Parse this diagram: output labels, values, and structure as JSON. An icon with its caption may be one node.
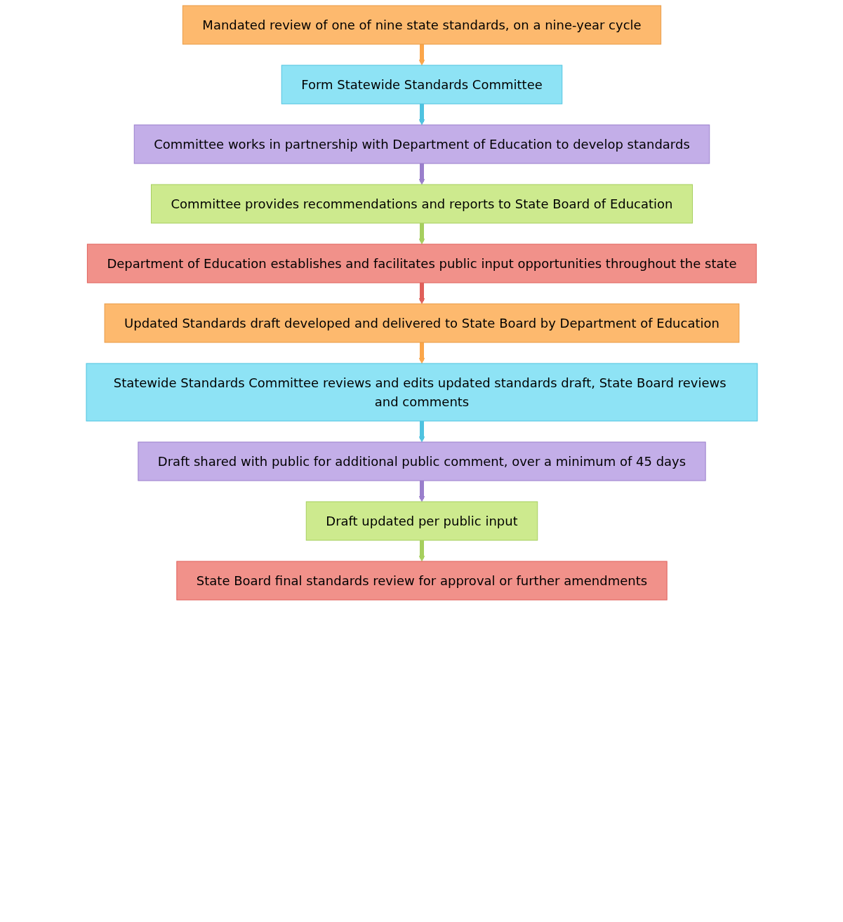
{
  "diagram": {
    "nodes": [
      {
        "text": [
          "Mandated review of one of nine state standards, on a nine-year cycle"
        ]
      },
      {
        "text": [
          "Form Statewide Standards Committee"
        ]
      },
      {
        "text": [
          "Committee works in partnership with Department of Education to develop standards"
        ]
      },
      {
        "text": [
          "Committee provides recommendations and reports to State Board of Education"
        ]
      },
      {
        "text": [
          "Department of Education establishes and facilitates public input opportunities throughout the state"
        ]
      },
      {
        "text": [
          "Updated Standards draft developed and delivered to State Board by Department of Education"
        ]
      },
      {
        "text": [
          "Statewide Standards Committee reviews and edits updated standards draft, State Board reviews and comments"
        ]
      },
      {
        "text": [
          "Draft shared with public for additional public comment, over a minimum of 45 days"
        ]
      },
      {
        "text": [
          "Draft updated per public input"
        ]
      },
      {
        "text": [
          "State Board final standards review for approval or further amendments"
        ]
      }
    ],
    "edges": [
      {
        "from": 0,
        "to": 1,
        "arrow": "to",
        "color": "#fba64a"
      },
      {
        "from": 1,
        "to": 2,
        "arrow": "to",
        "color": "#4fc3e0"
      },
      {
        "from": 2,
        "to": 3,
        "arrow": "to",
        "color": "#9a7fcc"
      },
      {
        "from": 3,
        "to": 4,
        "arrow": "to",
        "color": "#a6cf5e"
      },
      {
        "from": 4,
        "to": 5,
        "arrow": "to",
        "color": "#e0605a"
      },
      {
        "from": 5,
        "to": 6,
        "arrow": "to",
        "color": "#fba64a"
      },
      {
        "from": 6,
        "to": 7,
        "arrow": "to",
        "color": "#4fc3e0"
      },
      {
        "from": 7,
        "to": 8,
        "arrow": "to",
        "color": "#9a7fcc"
      },
      {
        "from": 8,
        "to": 9,
        "arrow": "to",
        "color": "#a6cf5e"
      }
    ]
  }
}
